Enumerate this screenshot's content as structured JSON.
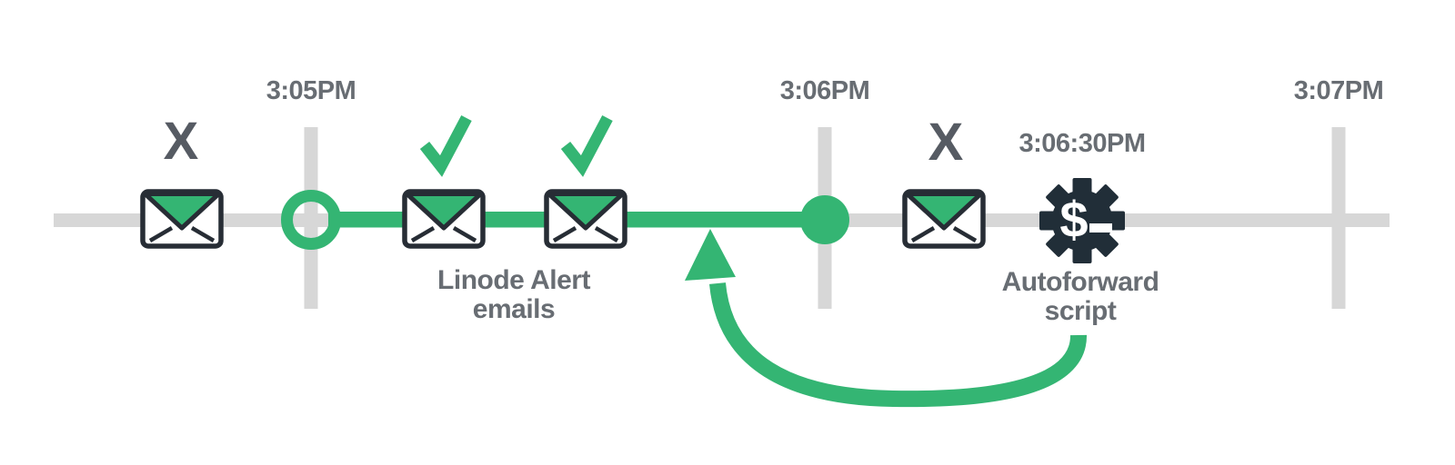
{
  "colors": {
    "green": "#34b573",
    "track_gray": "#d7d7d7",
    "label_gray": "#686d73",
    "x_mark_gray": "#565b63",
    "envelope_outline": "#272d35",
    "envelope_fill": "#ffffff",
    "gear_gradient_start": "#212e38",
    "gear_gradient_end": "#2f6e61",
    "gear_symbol_color": "#ffffff"
  },
  "timeline": {
    "tick_labels": [
      "3:05PM",
      "3:06PM",
      "3:07PM"
    ],
    "script_time_label": "3:06:30PM",
    "alert_label": {
      "line1": "Linode Alert",
      "line2": "emails"
    },
    "script_label": {
      "line1": "Autoforward",
      "line2": "script"
    },
    "x_mark": "X",
    "gear_symbol": "$",
    "events": [
      {
        "icon": "envelope",
        "overlay": "x-mark"
      },
      {
        "icon": "envelope",
        "overlay": "checkmark"
      },
      {
        "icon": "envelope",
        "overlay": "checkmark"
      },
      {
        "icon": "envelope",
        "overlay": "x-mark"
      },
      {
        "icon": "gear",
        "overlay": "none",
        "time": "3:06:30PM"
      }
    ]
  }
}
